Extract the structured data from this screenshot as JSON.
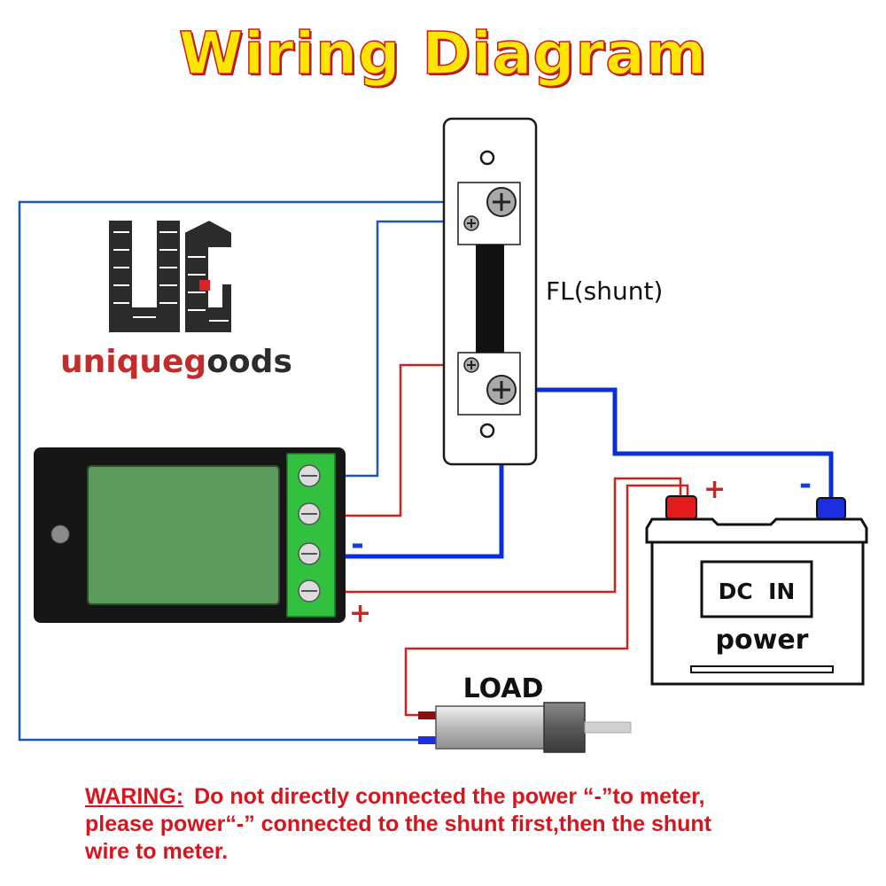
{
  "title": "Wiring Diagram",
  "brand": {
    "logo_letters": "UG",
    "name_part1": "unique",
    "name_part2": "g",
    "name_part3": "oods"
  },
  "shunt": {
    "label": "FL(shunt)"
  },
  "meter": {
    "minus_label": "-",
    "plus_label": "+"
  },
  "battery": {
    "plus_label": "+",
    "minus_label": "-",
    "display_label": "DC  IN",
    "power_label": "power"
  },
  "load": {
    "label": "LOAD"
  },
  "warning": {
    "heading": "WARING:",
    "line1": "Do not directly connected the power “-”to meter,",
    "line2": "please power“-” connected to the shunt first,then the shunt",
    "line3": "wire to meter."
  },
  "colors": {
    "title_fill": "#ffe600",
    "title_outline": "#c81e1e",
    "wire_blue": "#0a2fd6",
    "wire_thin_blue": "#1b56b8",
    "wire_red": "#d42020",
    "terminal_green": "#31c13f",
    "lcd_green": "#5c9a5e",
    "warning_red": "#d9141c"
  }
}
